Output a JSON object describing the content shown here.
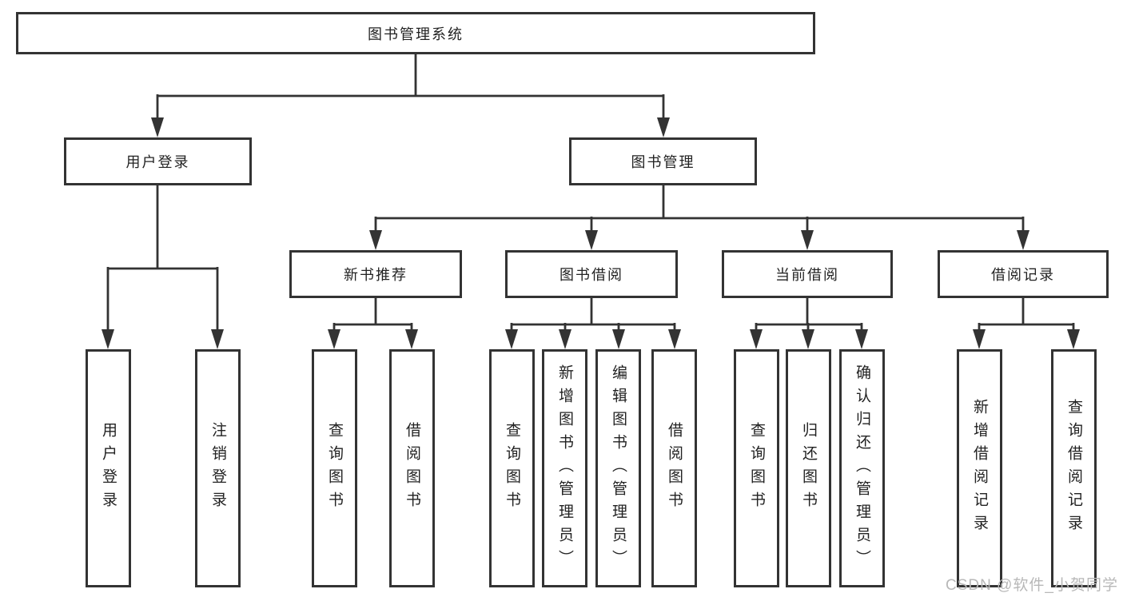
{
  "diagram": {
    "root": {
      "label": "图书管理系统",
      "children": [
        {
          "label": "用户登录",
          "children": [
            {
              "label": "用户登录"
            },
            {
              "label": "注销登录"
            }
          ]
        },
        {
          "label": "图书管理",
          "children": [
            {
              "label": "新书推荐",
              "children": [
                {
                  "label": "查询图书"
                },
                {
                  "label": "借阅图书"
                }
              ]
            },
            {
              "label": "图书借阅",
              "children": [
                {
                  "label": "查询图书"
                },
                {
                  "label": "新增图书（管理员）"
                },
                {
                  "label": "编辑图书（管理员）"
                },
                {
                  "label": "借阅图书"
                }
              ]
            },
            {
              "label": "当前借阅",
              "children": [
                {
                  "label": "查询图书"
                },
                {
                  "label": "归还图书"
                },
                {
                  "label": "确认归还（管理员）"
                }
              ]
            },
            {
              "label": "借阅记录",
              "children": [
                {
                  "label": "新增借阅记录"
                },
                {
                  "label": "查询借阅记录"
                }
              ]
            }
          ]
        }
      ]
    }
  },
  "watermark": {
    "text": "CSDN @软件_小贺同学"
  },
  "colors": {
    "line": "#333333",
    "text": "#222222",
    "watermark": "#b8b8b8",
    "background": "#ffffff"
  }
}
